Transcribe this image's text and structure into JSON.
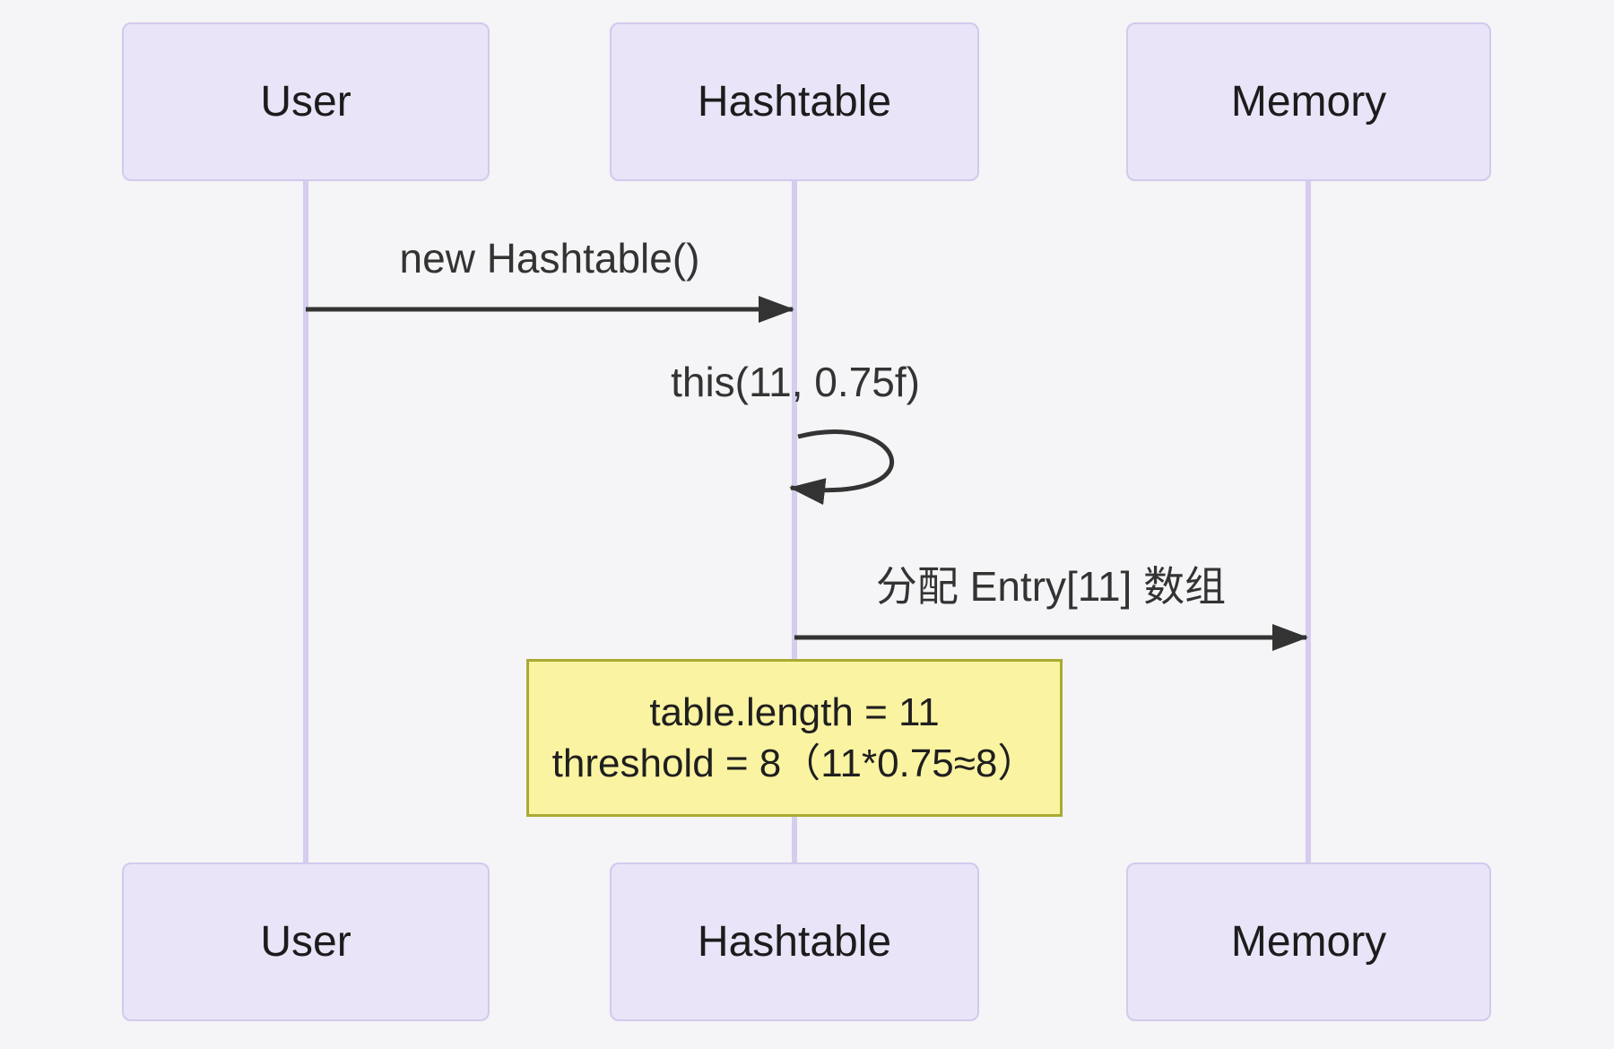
{
  "diagram": {
    "type": "sequence-diagram",
    "colors": {
      "bg": "#f5f4f6",
      "actor_fill": "#e9e4f8",
      "actor_border": "#d3c9ee",
      "lifeline": "#d5ccee",
      "arrow": "#333333",
      "note_fill": "#faf3a1",
      "note_border": "#aaaa33",
      "actor_text": "#1c1c1c",
      "message_text": "#333333",
      "note_text": "#1f1f1f"
    }
  },
  "actors": [
    {
      "label": "User"
    },
    {
      "label": "Hashtable"
    },
    {
      "label": "Memory"
    }
  ],
  "messages": [
    {
      "label": "new Hashtable()",
      "from": "User",
      "to": "Hashtable",
      "type": "solid-arrow"
    },
    {
      "label": "this(11, 0.75f)",
      "from": "Hashtable",
      "to": "Hashtable",
      "type": "self-loop"
    },
    {
      "label": "分配 Entry[11] 数组",
      "from": "Hashtable",
      "to": "Memory",
      "type": "solid-arrow"
    }
  ],
  "note": {
    "over": "Hashtable",
    "lines": [
      "table.length = 11",
      "threshold = 8（11*0.75≈8）"
    ]
  }
}
